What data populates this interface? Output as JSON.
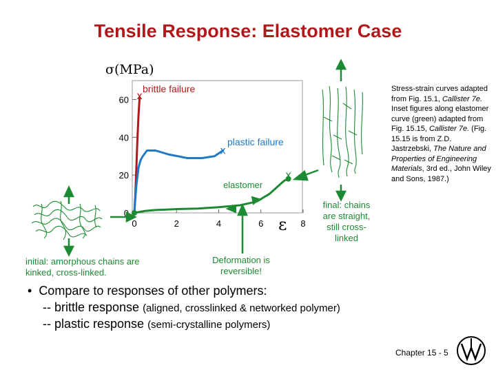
{
  "title": "Tensile Response:  Elastomer Case",
  "chart_data": {
    "type": "line",
    "ylabel": "σ(MPa)",
    "xlabel": "ε",
    "xlim": [
      0,
      8
    ],
    "ylim": [
      0,
      70
    ],
    "x_ticks": [
      "0",
      "2",
      "4",
      "6",
      "8"
    ],
    "y_ticks": [
      "0",
      "20",
      "40",
      "60"
    ],
    "series": [
      {
        "name": "brittle failure",
        "color": "#b0181b",
        "x": [
          0.0,
          0.05,
          0.1,
          0.15,
          0.2,
          0.25
        ],
        "y": [
          0,
          10,
          25,
          40,
          52,
          61
        ]
      },
      {
        "name": "plastic failure",
        "color": "#1f79c4",
        "x": [
          0.0,
          0.05,
          0.1,
          0.2,
          0.3,
          0.4,
          0.6,
          1.0,
          1.6,
          2.5,
          3.2,
          3.8,
          4.2
        ],
        "y": [
          0,
          8,
          15,
          24,
          28,
          30,
          33,
          33,
          31,
          29,
          29,
          30,
          33
        ]
      },
      {
        "name": "elastomer",
        "color": "#1c8a32",
        "x": [
          0.0,
          0.5,
          1.0,
          2.0,
          3.0,
          4.0,
          5.0,
          5.8,
          6.4,
          6.9,
          7.1,
          7.3
        ],
        "y": [
          0,
          1,
          1.5,
          2,
          2.3,
          3,
          4,
          6,
          10,
          15,
          17,
          18
        ]
      }
    ],
    "markers": [
      {
        "label": "x",
        "x": 0.25,
        "y": 62,
        "color": "#b0181b"
      },
      {
        "label": "x",
        "x": 4.2,
        "y": 33,
        "color": "#1f79c4"
      },
      {
        "label": "x",
        "x": 7.3,
        "y": 20,
        "color": "#1c8a32"
      }
    ],
    "annotations": {
      "brittle": "brittle failure",
      "plastic": "plastic failure",
      "elastomer": "elastomer"
    }
  },
  "labels": {
    "initial": "initial:  amorphous chains are kinked, cross-linked.",
    "final": "final: chains are straight, still cross-linked",
    "deformation": "Deformation is reversible!"
  },
  "ref_note": {
    "p1": "Stress-strain curves adapted from Fig. 15.1, ",
    "i1": "Callister 7e.",
    "p2": "  Inset figures along elastomer curve (green) adapted from Fig. 15.15, ",
    "i2": "Callister 7e.",
    "p3": "  (Fig. 15.15 is from Z.D. Jastrzebski, ",
    "i3": "The Nature and Properties of Engineering Materials",
    "p4": ", 3rd ed., John Wiley and Sons, 1987.)"
  },
  "bullets": {
    "b1": "Compare to responses of other polymers:",
    "b2_prefix": "-- brittle response ",
    "b2_detail": "(aligned, crosslinked & networked polymer)",
    "b3_prefix": "-- plastic response ",
    "b3_detail": "(semi-crystalline polymers)"
  },
  "footer": "Chapter 15 -  5",
  "colors": {
    "title": "#b0181b",
    "green": "#1c8a32",
    "blue": "#1f79c4",
    "red": "#b0181b"
  }
}
